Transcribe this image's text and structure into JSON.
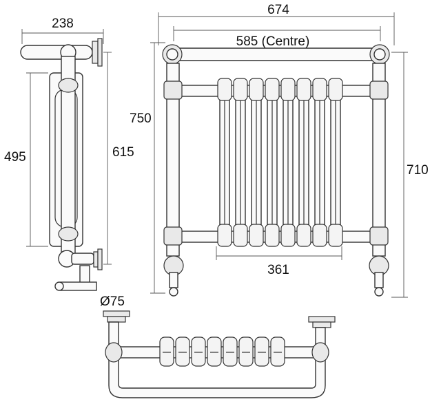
{
  "dimensions": {
    "side_depth": "238",
    "side_tube_height": "495",
    "side_total_height": "615",
    "overall_width": "674",
    "centre_width": "585 (Centre)",
    "overall_height": "750",
    "height_right": "710",
    "column_width": "361",
    "pipe_diameter": "Ø75"
  },
  "colors": {
    "line": "#333333",
    "dimension": "#555555",
    "background": "#ffffff"
  }
}
